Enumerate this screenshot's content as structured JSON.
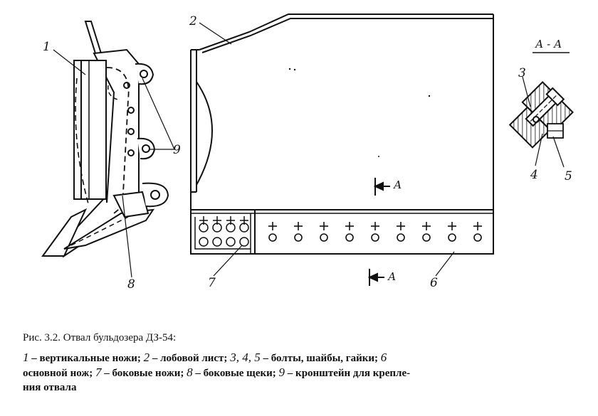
{
  "figure": {
    "callouts": {
      "c1": "1",
      "c2": "2",
      "c3": "3",
      "c4": "4",
      "c5": "5",
      "c6": "6",
      "c7": "7",
      "c8": "8",
      "c9": "9"
    },
    "section_title": "А - А",
    "section_marks": {
      "upper": "А",
      "lower": "А"
    }
  },
  "caption": {
    "title": "Рис. 3.2. Отвал бульдозера ДЗ-54:",
    "items": [
      {
        "num": "1",
        "text": " – вертикальные ножи; "
      },
      {
        "num": "2",
        "text": " – лобовой лист; "
      },
      {
        "num": "3, 4, 5",
        "text": " – болты, шайбы, гайки; "
      },
      {
        "num": "6",
        "text": " – основной нож; "
      },
      {
        "num": "7",
        "text": " – боковые ножи; "
      },
      {
        "num": "8",
        "text": " – боковые щеки; "
      },
      {
        "num": "9",
        "text": " – кронштейн для крепления отвала"
      }
    ],
    "line1_items": [
      {
        "num": "1",
        "text": " – вертикальные ножи; "
      },
      {
        "num": "2",
        "text": " – лобовой лист; "
      },
      {
        "num": "3, 4, 5",
        "text": " – болты, шайбы, гайки; "
      },
      {
        "num": "6",
        "text": ""
      }
    ],
    "line2": "основной нож; ",
    "line2_items": [
      {
        "num": "7",
        "text": " – боковые ножи; "
      },
      {
        "num": "8",
        "text": " – боковые щеки; "
      },
      {
        "num": "9",
        "text": " – кронштейн для крепле-"
      }
    ],
    "line3": "ния отвала"
  }
}
